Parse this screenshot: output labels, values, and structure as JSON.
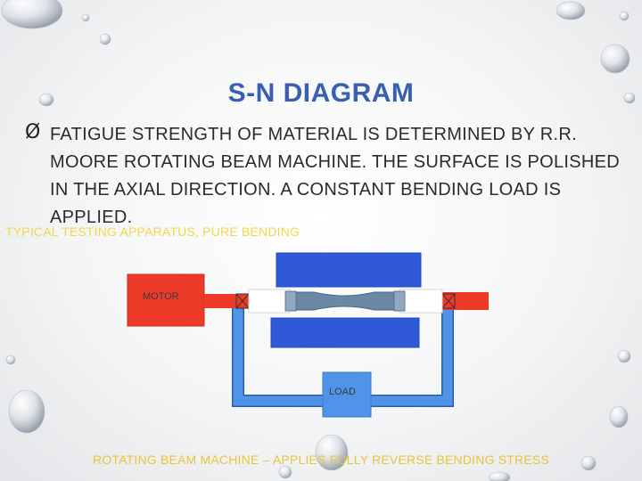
{
  "slide": {
    "title": "S-N DIAGRAM",
    "bullet_symbol": "Ø",
    "bullet_text": "FATIGUE STRENGTH OF MATERIAL IS DETERMINED BY R.R. MOORE ROTATING BEAM MACHINE. THE SURFACE IS POLISHED IN THE AXIAL DIRECTION. A CONSTANT BENDING LOAD IS APPLIED.",
    "subcaption": "TYPICAL TESTING APPARATUS, PURE BENDING",
    "bottom_caption": "ROTATING BEAM MACHINE – APPLIES FULLY REVERSE BENDING STRESS"
  },
  "apparatus": {
    "motor_label": "MOTOR",
    "load_label": "LOAD",
    "bearing_mark": "X",
    "colors": {
      "block_blue": "#2f59d8",
      "frame_blue": "#4f94e8",
      "shaft_red": "#ee3a28",
      "specimen": "#6b89a4"
    }
  },
  "theme": {
    "title_color": "#3a5fb0",
    "caption_color": "#e8c53a"
  }
}
